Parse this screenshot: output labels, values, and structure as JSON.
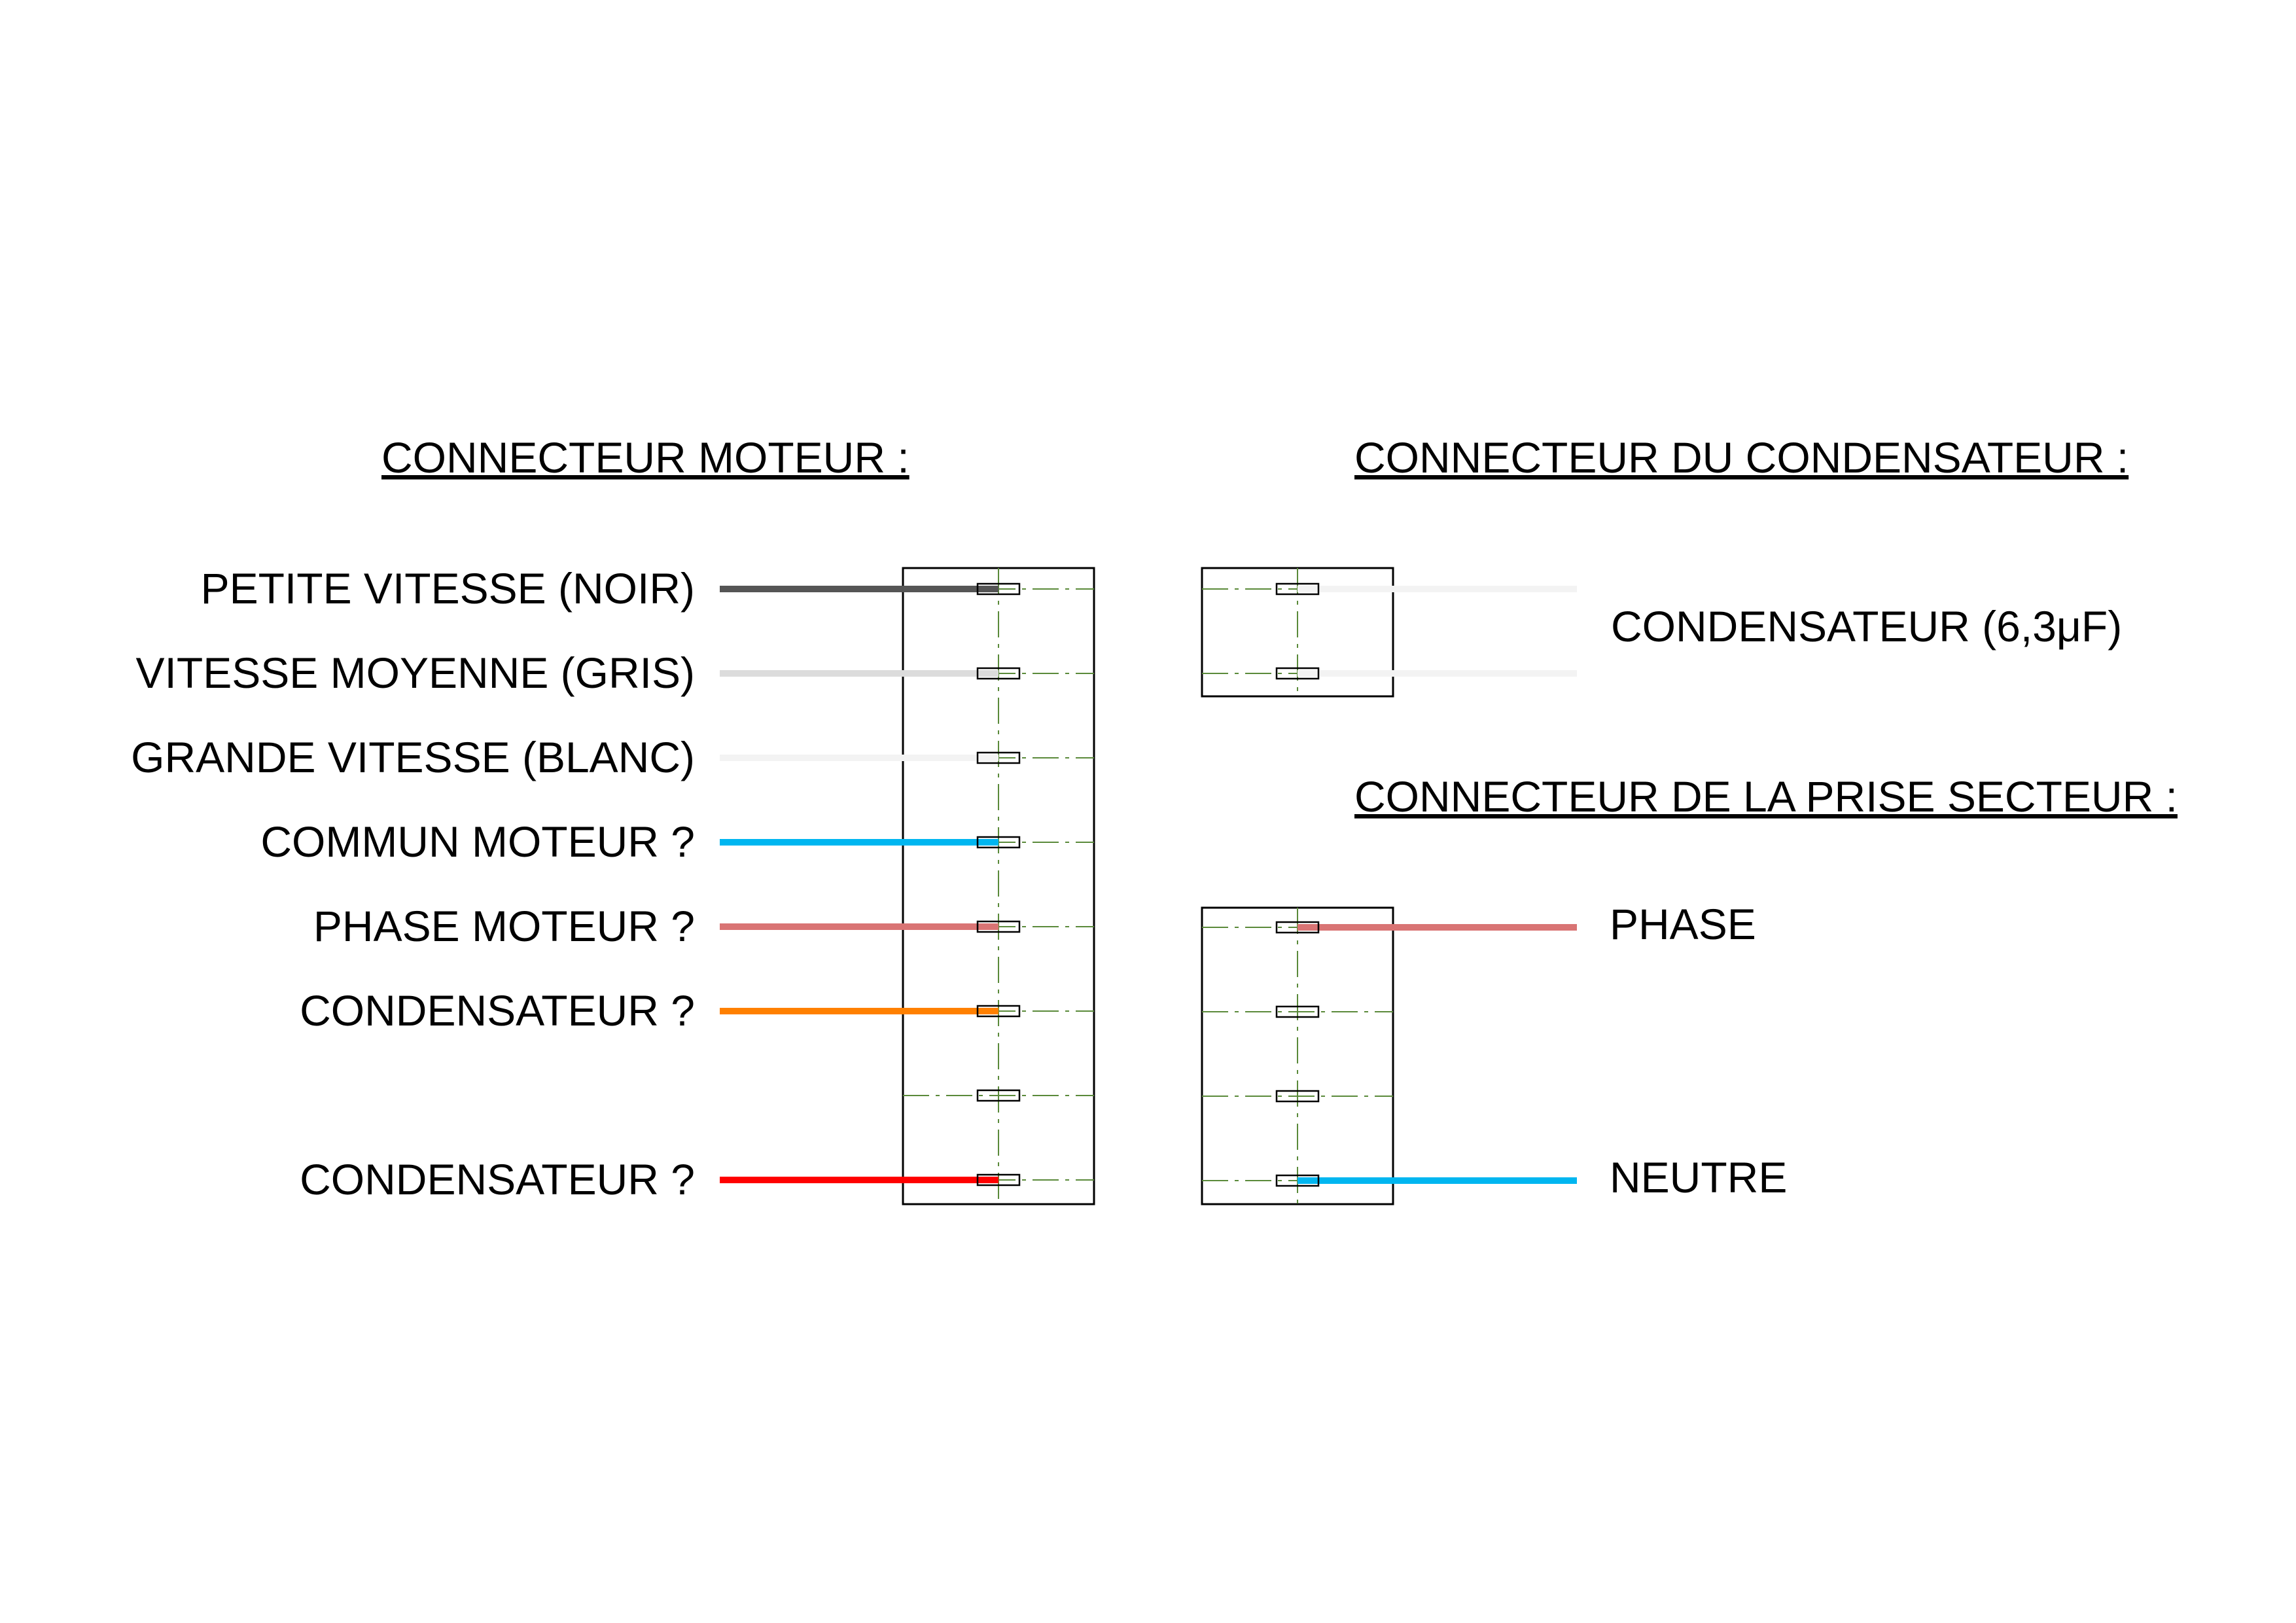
{
  "motor_connector": {
    "title": "CONNECTEUR MOTEUR :",
    "pins": [
      {
        "label": "PETITE VITESSE (NOIR)",
        "wire_color": "#555555"
      },
      {
        "label": "VITESSE MOYENNE (GRIS)",
        "wire_color": "#dcdcdc"
      },
      {
        "label": "GRANDE VITESSE (BLANC)",
        "wire_color": "#f3f3f3"
      },
      {
        "label": "COMMUN MOTEUR ?",
        "wire_color": "#00b6f0"
      },
      {
        "label": "PHASE MOTEUR ?",
        "wire_color": "#d97474"
      },
      {
        "label": "CONDENSATEUR ?",
        "wire_color": "#ff8000"
      },
      {
        "label": "",
        "wire_color": ""
      },
      {
        "label": "CONDENSATEUR ?",
        "wire_color": "#ff0000"
      }
    ]
  },
  "capacitor_connector": {
    "title": "CONNECTEUR DU CONDENSATEUR :",
    "label": "CONDENSATEUR (6,3μF)",
    "wire_color": "#f3f3f3"
  },
  "mains_connector": {
    "title": "CONNECTEUR DE LA PRISE SECTEUR :",
    "pins": [
      {
        "label": "PHASE",
        "wire_color": "#d97474"
      },
      {
        "label": "",
        "wire_color": ""
      },
      {
        "label": "",
        "wire_color": ""
      },
      {
        "label": "NEUTRE",
        "wire_color": "#00b6f0"
      }
    ]
  },
  "colors": {
    "outline": "#000000",
    "centerline": "#5a8a3a"
  }
}
